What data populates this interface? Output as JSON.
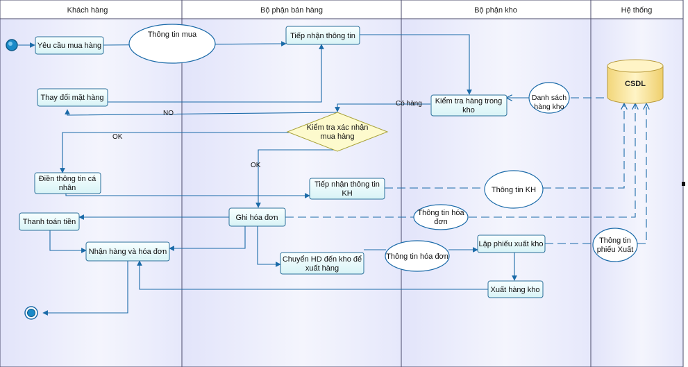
{
  "lanes": [
    {
      "id": "customer",
      "label": "Khách hàng"
    },
    {
      "id": "sales",
      "label": "Bộ phận bán hàng"
    },
    {
      "id": "warehouse",
      "label": "Bộ phận kho"
    },
    {
      "id": "system",
      "label": "Hệ thống"
    }
  ],
  "activities": {
    "request": [
      "Yêu cầu mua hàng"
    ],
    "change_item": [
      "Thay đổi mặt hàng"
    ],
    "fill_info": [
      "Điền thông tin cá",
      "nhân"
    ],
    "pay": [
      "Thanh toán tiền"
    ],
    "receive": [
      "Nhận hàng và hóa đơn"
    ],
    "receive_info": [
      "Tiếp nhận thông tin"
    ],
    "receive_kh": [
      "Tiếp nhận thông tin",
      "KH"
    ],
    "invoice": [
      "Ghi hóa đơn"
    ],
    "transfer": [
      "Chuyển HD đến kho để",
      "xuất hàng"
    ],
    "check_stock": [
      "Kiểm tra hàng trong",
      "kho"
    ],
    "create_slip": [
      "Lập phiếu xuất kho"
    ],
    "export": [
      "Xuất hàng kho"
    ]
  },
  "decision": [
    "Kiểm tra xác nhận",
    "mua hàng"
  ],
  "objects": {
    "purchase_info": [
      "Thông tin mua"
    ],
    "stock_list": [
      "Danh sách",
      "hàng kho"
    ],
    "customer_info": [
      "Thông tin KH"
    ],
    "invoice_info_1": [
      "Thông tin hóa",
      "đơn"
    ],
    "invoice_info_2": [
      "Thông tin hóa đơn"
    ],
    "slip_info": [
      "Thông tin",
      "phiếu Xuất"
    ]
  },
  "database": "CSDL",
  "edge_labels": {
    "in_stock": "Có hàng",
    "no": "NO",
    "ok_customer": "OK",
    "ok_sales": "OK"
  },
  "colors": {
    "flow": "#1a6aa8",
    "activity_fill": "#eefcfc",
    "activity_border": "#2a6f9a",
    "decision_fill": "#fdfacd",
    "decision_border": "#a8a23a",
    "db_fill": "#fbe9a8",
    "lane_border": "#4a4a6a"
  }
}
